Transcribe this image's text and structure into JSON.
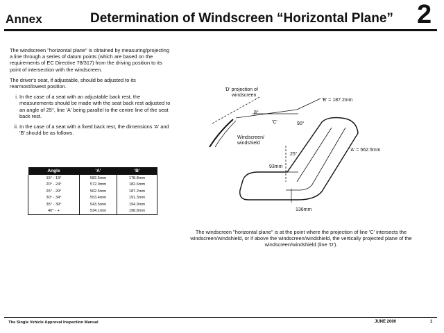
{
  "header": {
    "annex": "Annex",
    "title": "Determination of Windscreen “Horizontal Plane”",
    "section_number": "2"
  },
  "body": {
    "intro": "The windscreen \"horizontal plane\" is obtained by measuring/projecting a line through a series of datum points (which are based on the requirements of EC Directive 78/317) from the driving position to its point of intersection with the windscreen.",
    "seat_note": "The driver's seat, if adjustable, should be adjusted to its rearmost/lowest position.",
    "items": [
      "In the case of a seat with an adjustable back rest, the measurements should be made with the seat back rest adjusted to an angle of 25°, line 'A' being parallel to the centre line of the seat back rest.",
      "In the case of a seat with a fixed back rest, the dimensions 'A' and 'B' should be as follows."
    ]
  },
  "table": {
    "headers": [
      "Angle",
      "'A'",
      "'B'"
    ],
    "rows": [
      [
        "15° - 19°",
        "582.5mm",
        "178.8mm"
      ],
      [
        "20° - 24°",
        "572.0mm",
        "182.6mm"
      ],
      [
        "25° - 29°",
        "562.5mm",
        "187.2mm"
      ],
      [
        "30° - 34°",
        "553.4mm",
        "191.3mm"
      ],
      [
        "35° - 39°",
        "543.5mm",
        "194.9mm"
      ],
      [
        "40° - +",
        "534.1mm",
        "198.8mm"
      ]
    ]
  },
  "diagram": {
    "label_d_line1": "'D' projection of",
    "label_d_line2": "windscreen",
    "label_b": "'B' = 187.2mm",
    "label_c": "'C'",
    "label_angle_small": "8°",
    "label_angle_90": "90°",
    "label_windscreen_line1": "Windscreen/",
    "label_windscreen_line2": "windshield",
    "label_a": "'A' = 562.5mm",
    "label_angle_25": "25°",
    "label_93": "93mm",
    "label_136": "136mm"
  },
  "caption": "The windscreen \"horizontal plane\" is at the point where the projection of line 'C' intersects the windscreen/windshield, or if above the windscreen/windshield, the vertically projected plane of the windscreen/windshield (line 'D').",
  "footer": {
    "manual": "The Single Vehicle Approval Inspection Manual",
    "date": "JUNE 2000",
    "page": "1"
  }
}
